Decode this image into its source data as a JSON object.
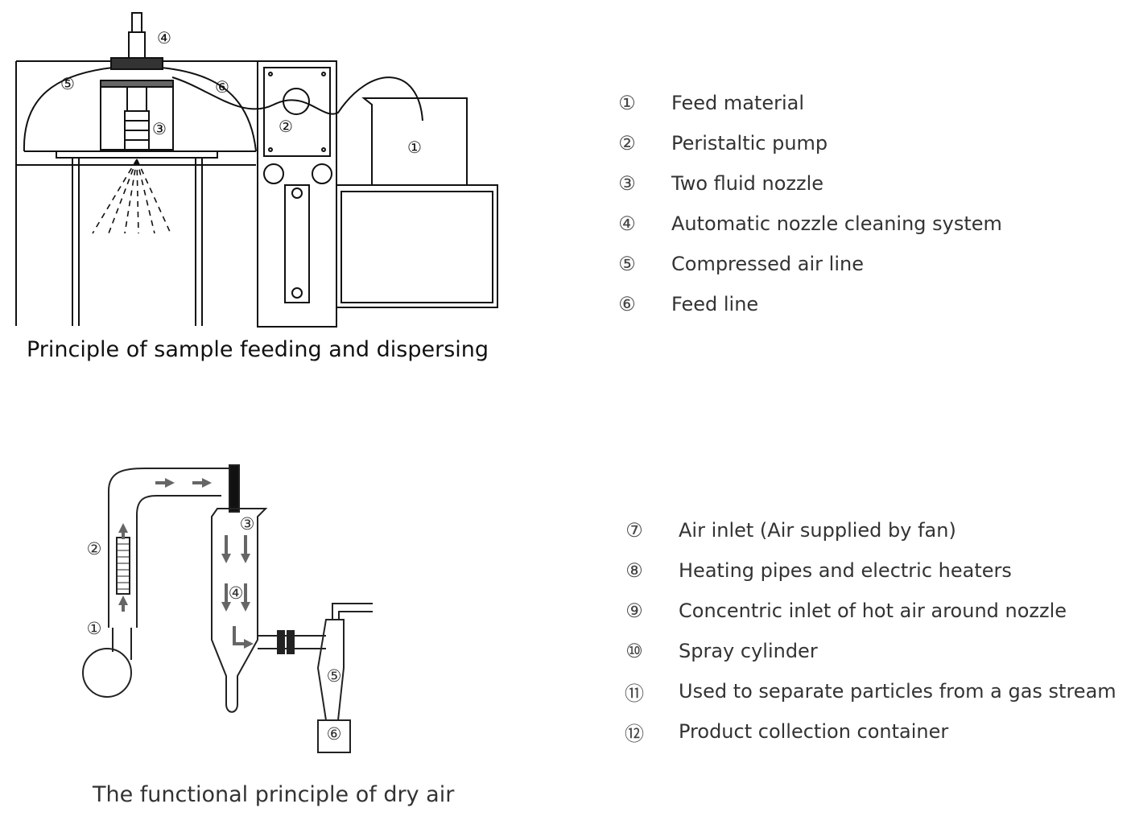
{
  "top_diagram": {
    "caption": "Principle of sample feeding and dispersing",
    "markers": [
      "④",
      "⑤",
      "⑥",
      "②",
      "③",
      "①"
    ]
  },
  "top_legend": [
    {
      "num": "①",
      "text": "Feed material"
    },
    {
      "num": "②",
      "text": "Peristaltic pump"
    },
    {
      "num": "③",
      "text": "Two fluid nozzle"
    },
    {
      "num": "④",
      "text": "Automatic nozzle cleaning system"
    },
    {
      "num": "⑤",
      "text": "Compressed air line"
    },
    {
      "num": "⑥",
      "text": "Feed line"
    }
  ],
  "bottom_diagram": {
    "caption": "The functional principle of dry air",
    "markers": [
      "①",
      "②",
      "③",
      "④",
      "⑤",
      "⑥"
    ]
  },
  "bottom_legend": [
    {
      "num": "⑦",
      "text": "Air inlet (Air supplied by fan)"
    },
    {
      "num": "⑧",
      "text": "Heating pipes and electric heaters"
    },
    {
      "num": "⑨",
      "text": "Concentric inlet of hot air around nozzle"
    },
    {
      "num": "⑩",
      "text": "Spray cylinder"
    },
    {
      "num": "⑪",
      "text": "Used to separate particles from a gas stream"
    },
    {
      "num": "⑫",
      "text": "Product collection container"
    }
  ]
}
